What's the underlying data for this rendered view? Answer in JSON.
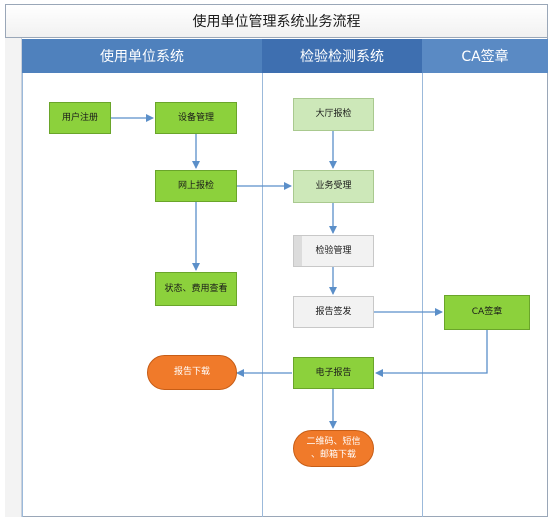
{
  "title": "使用单位管理系统业务流程",
  "lanes": {
    "user_unit": "使用单位系统",
    "inspection": "检验检测系统",
    "ca": "CA签章"
  },
  "nodes": {
    "user_register": "用户注册",
    "device_mgmt": "设备管理",
    "online_report": "网上报检",
    "status_fee": "状态、费用查看",
    "hall_report": "大厅报检",
    "business_accept": "业务受理",
    "inspection_mgmt": "检验管理",
    "report_sign": "报告签发",
    "ca_seal": "CA签章",
    "e_report": "电子报告",
    "report_download": "报告下载",
    "qr_download_line1": "二维码、短信",
    "qr_download_line2": "、邮箱下载"
  },
  "colors": {
    "lane_header_blue": "#4f81bd",
    "lane_header_dark": "#3e6fb0",
    "node_green": "#8cd13c",
    "node_light_green": "#cde8b9",
    "node_gray": "#f2f2f2",
    "terminator_orange": "#f07a2a",
    "arrow": "#5b8fc9"
  }
}
